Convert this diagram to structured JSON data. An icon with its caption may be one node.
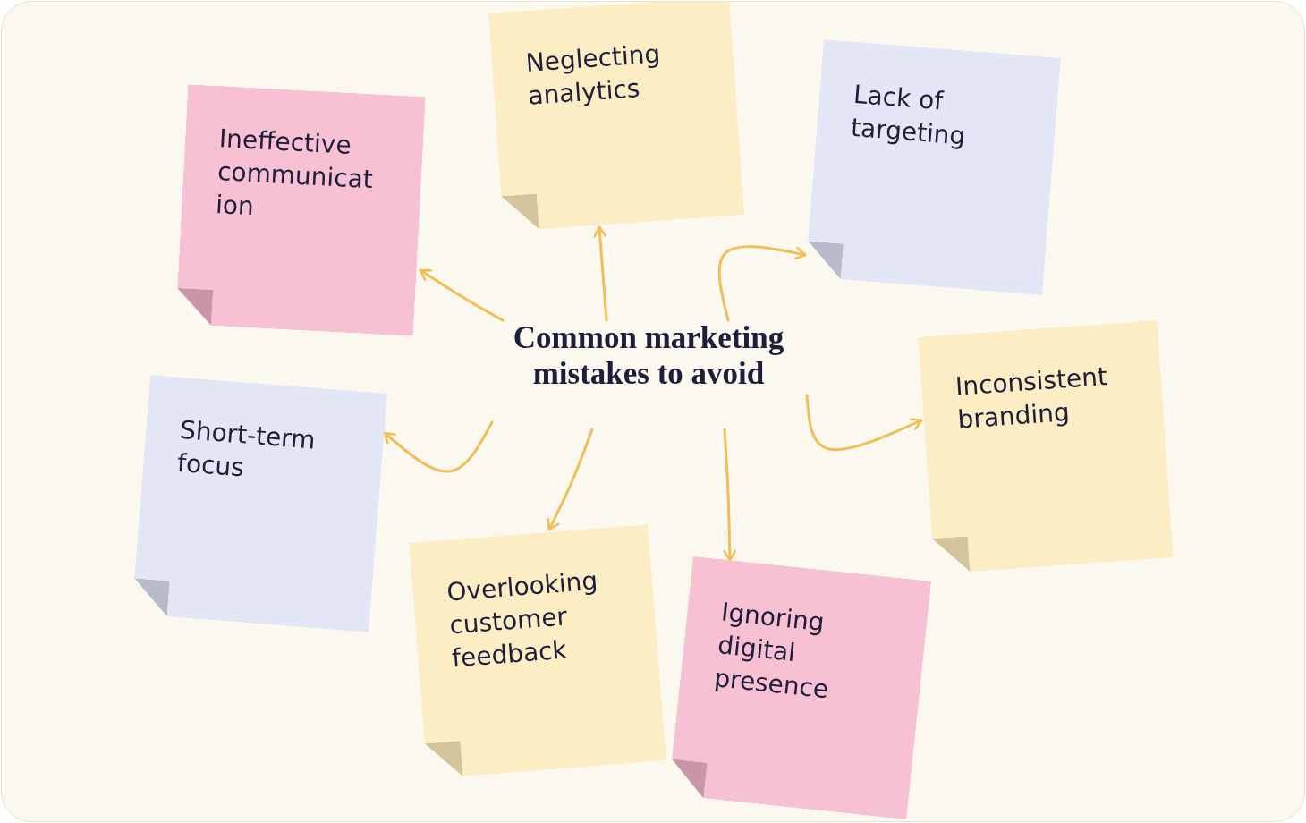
{
  "diagram": {
    "nodes": [
      {
        "text": [
          "Common marketing mistakes to avoid"
        ]
      },
      {
        "text": [
          "Neglecting analytics"
        ]
      },
      {
        "text": [
          "Ineffective communicat ion"
        ]
      },
      {
        "text": [
          "Lack of targeting"
        ]
      },
      {
        "text": [
          "Inconsistent branding"
        ]
      },
      {
        "text": [
          "Short-term focus"
        ]
      },
      {
        "text": [
          "Overlooking customer feedback"
        ]
      },
      {
        "text": [
          "Ignoring digital presence"
        ]
      }
    ],
    "edges": [
      {
        "from": 0,
        "to": 1,
        "arrow": "to"
      },
      {
        "from": 0,
        "to": 2,
        "arrow": "to"
      },
      {
        "from": 0,
        "to": 3,
        "arrow": "to"
      },
      {
        "from": 0,
        "to": 4,
        "arrow": "to"
      },
      {
        "from": 0,
        "to": 5,
        "arrow": "to"
      },
      {
        "from": 0,
        "to": 6,
        "arrow": "to"
      },
      {
        "from": 0,
        "to": 7,
        "arrow": "to"
      }
    ]
  }
}
